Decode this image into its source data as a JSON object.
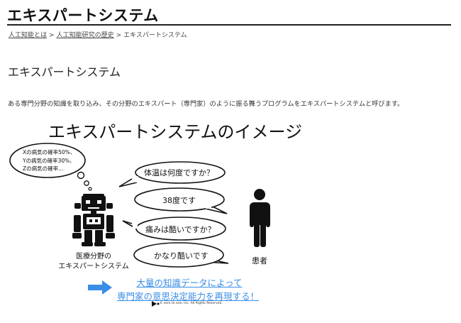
{
  "header": {
    "title": "エキスパートシステム"
  },
  "breadcrumb": {
    "items": [
      {
        "label": "人工知能とは",
        "link": true
      },
      {
        "label": "人工知能研究の歴史",
        "link": true
      },
      {
        "label": "エキスパートシステム",
        "link": false
      }
    ],
    "separator": ">"
  },
  "main": {
    "heading": "エキスパートシステム",
    "intro": "ある専門分野の知識を取り込み、その分野のエキスパート（専門家）のように振る舞うプログラムをエキスパートシステムと呼びます。"
  },
  "figure": {
    "title": "エキスパートシステムのイメージ",
    "thought": [
      "Xの病気の確率50%、",
      "Yの病気の確率30%、",
      "Zの病気の確率…"
    ],
    "dialogue": [
      "体温は何度ですか？",
      "38度です",
      "痛みは酷いですか？",
      "かなり酷いです"
    ],
    "robot_label": [
      "医療分野の",
      "エキスパートシステム"
    ],
    "patient_label": "患者",
    "tagline": [
      "大量の知識データによって",
      "専門家の意思決定能力を再現する！"
    ],
    "copyright": "©  zero to one, Inc. All Rights Reserved.",
    "accent_color": "#3a8ee6"
  }
}
